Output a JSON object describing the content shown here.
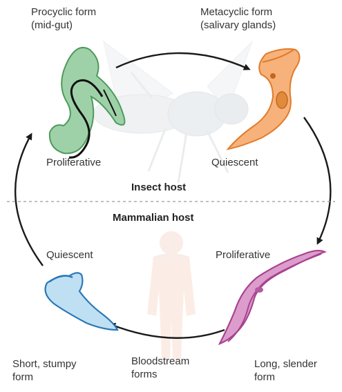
{
  "cycle": {
    "top_left": {
      "title": "Procyclic form",
      "location": "(mid-gut)",
      "state": "Proliferative"
    },
    "top_right": {
      "title": "Metacyclic form",
      "location": "(salivary glands)",
      "state": "Quiescent"
    },
    "bottom_right": {
      "state": "Proliferative",
      "name_line1": "Long, slender",
      "name_line2": "form"
    },
    "bottom_left": {
      "state": "Quiescent",
      "name_line1": "Short, stumpy",
      "name_line2": "form"
    },
    "bottom_center": {
      "line1": "Bloodstream",
      "line2": "forms"
    }
  },
  "hosts": {
    "insect": "Insect host",
    "mammalian": "Mammalian host"
  },
  "colors": {
    "procyclic_fill": "#9fd1a8",
    "procyclic_stroke": "#4c9a5b",
    "metacyclic_fill": "#f6b27a",
    "metacyclic_stroke": "#e27a2a",
    "slender_fill": "#dc9ccc",
    "slender_stroke": "#a7438f",
    "stumpy_fill": "#bfe0f2",
    "stumpy_stroke": "#2a78b8",
    "arrow": "#1a1a1a",
    "divider": "#9a9a9a"
  },
  "icons": [
    "tsetse-fly-silhouette",
    "human-silhouette"
  ]
}
